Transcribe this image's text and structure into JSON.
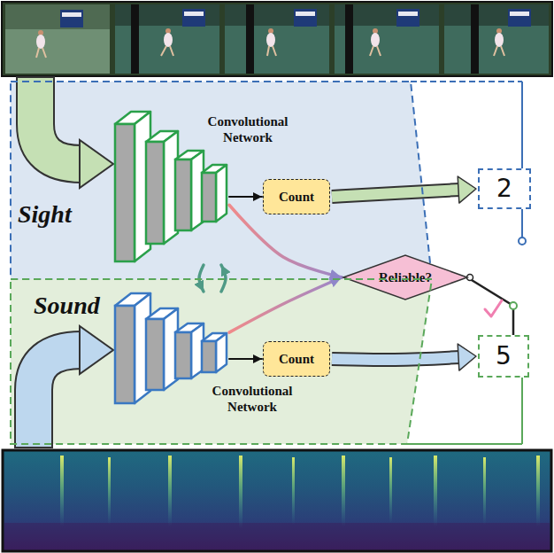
{
  "diagram": {
    "nodes": [
      {
        "text": [
          "Sight"
        ]
      },
      {
        "text": [
          "Convolutional Network"
        ],
        "in": 0
      },
      {
        "text": [
          "Count"
        ],
        "in": 0
      },
      {
        "text": [
          "2"
        ]
      },
      {
        "text": [
          "Reliable?"
        ]
      },
      {
        "text": [
          "Sound"
        ]
      },
      {
        "text": [
          "Convolutional Network"
        ],
        "in": 5
      },
      {
        "text": [
          "Count"
        ],
        "in": 5
      },
      {
        "text": [
          "5"
        ]
      }
    ],
    "edges": [
      {
        "from": 1,
        "to": 2,
        "arrow": "to"
      },
      {
        "from": 2,
        "to": 3,
        "arrow": "to"
      },
      {
        "from": 6,
        "to": 7,
        "arrow": "to"
      },
      {
        "from": 7,
        "to": 8,
        "arrow": "to"
      },
      {
        "from": 1,
        "to": 4,
        "arrow": "to"
      },
      {
        "from": 6,
        "to": 4,
        "arrow": "to"
      },
      {
        "from": 1,
        "to": 6,
        "arrow": "to"
      },
      {
        "from": 6,
        "to": 1,
        "arrow": "to"
      },
      {
        "from": 4,
        "to": 8,
        "arrow": "none"
      }
    ]
  }
}
